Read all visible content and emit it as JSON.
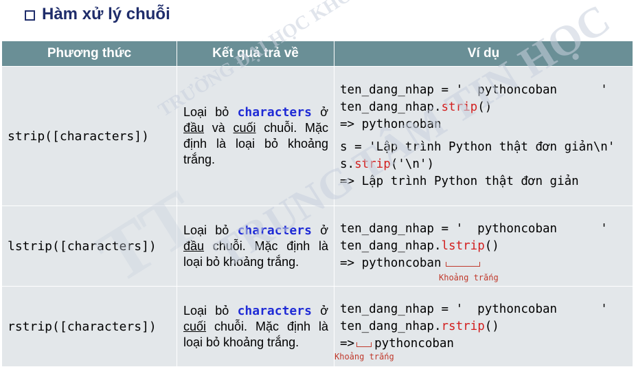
{
  "title": "Hàm xử lý chuỗi",
  "watermark": {
    "line1": "TRƯỜNG ĐẠI HỌC KHOA HỌC TỰ NHIÊN",
    "line2": "TRUNG TÂM TIN HỌC",
    "logo": "TT"
  },
  "headers": [
    "Phương thức",
    "Kết quả trả về",
    "Ví dụ"
  ],
  "rows": [
    {
      "method": "strip([characters])",
      "result": {
        "p1": "Loại bỏ ",
        "kw": "characters",
        "p2": " ở ",
        "u1": "đầu",
        "p3": " và ",
        "u2": "cuối",
        "p4": " chuỗi. Mặc định là loại bỏ khoảng trắng."
      },
      "example": {
        "l1": "ten_dang_nhap = '  pythoncoban      '",
        "l2_pre": "ten_dang_nhap.",
        "l2_fn": "strip",
        "l2_post": "()",
        "l3": "=> pythoncoban",
        "l4": "s = 'Lập trình Python thật đơn giản\\n'",
        "l5_pre": "s.",
        "l5_fn": "strip",
        "l5_post": "('\\n')",
        "l6": "=> Lập trình Python thật đơn giản"
      }
    },
    {
      "method": "lstrip([characters])",
      "result": {
        "p1": "Loại bỏ ",
        "kw": "characters",
        "p2": " ở ",
        "u1": "đầu",
        "p3": " chuỗi. Mặc định là loại bỏ khoảng trắng."
      },
      "example": {
        "l1": "ten_dang_nhap = '  pythoncoban      '",
        "l2_pre": "ten_dang_nhap.",
        "l2_fn": "lstrip",
        "l2_post": "()",
        "l3": "=> pythoncoban",
        "note": "Khoảng trắng"
      }
    },
    {
      "method": "rstrip([characters])",
      "result": {
        "p1": "Loại bỏ ",
        "kw": "characters",
        "p2": " ở ",
        "u1": "cuối",
        "p3": " chuỗi. Mặc định là loại bỏ khoảng trắng."
      },
      "example": {
        "l1": "ten_dang_nhap = '  pythoncoban      '",
        "l2_pre": "ten_dang_nhap.",
        "l2_fn": "rstrip",
        "l2_post": "()",
        "l3_pre": "=>",
        "l3_post": "pythoncoban",
        "note": "Khoảng trắng"
      }
    }
  ],
  "colors": {
    "header_bg": "#6a8f96",
    "cell_bg": "#e3e7ea",
    "title": "#1f2d6b",
    "keyword": "#1f2bd6",
    "function": "#d21f1f",
    "note": "#c0392b"
  }
}
